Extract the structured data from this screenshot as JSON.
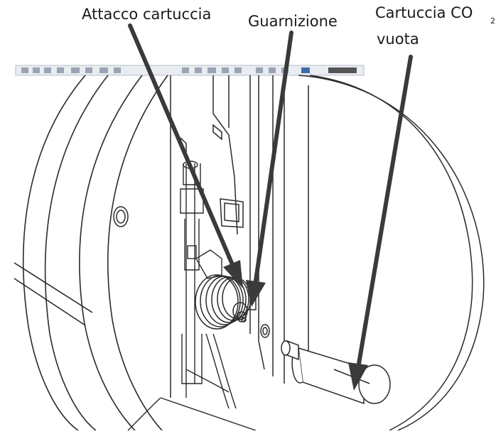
{
  "labels": {
    "attacco": "Attacco cartuccia",
    "guarnizione": "Guarnizione",
    "cartuccia": "Cartuccia  CO",
    "co2_sub": "2",
    "vuota": "vuota"
  },
  "colors": {
    "line": "#2a2a2a",
    "arrow": "#3a3a3a",
    "toolbar": "#9aa4b4",
    "background": "#ffffff"
  }
}
